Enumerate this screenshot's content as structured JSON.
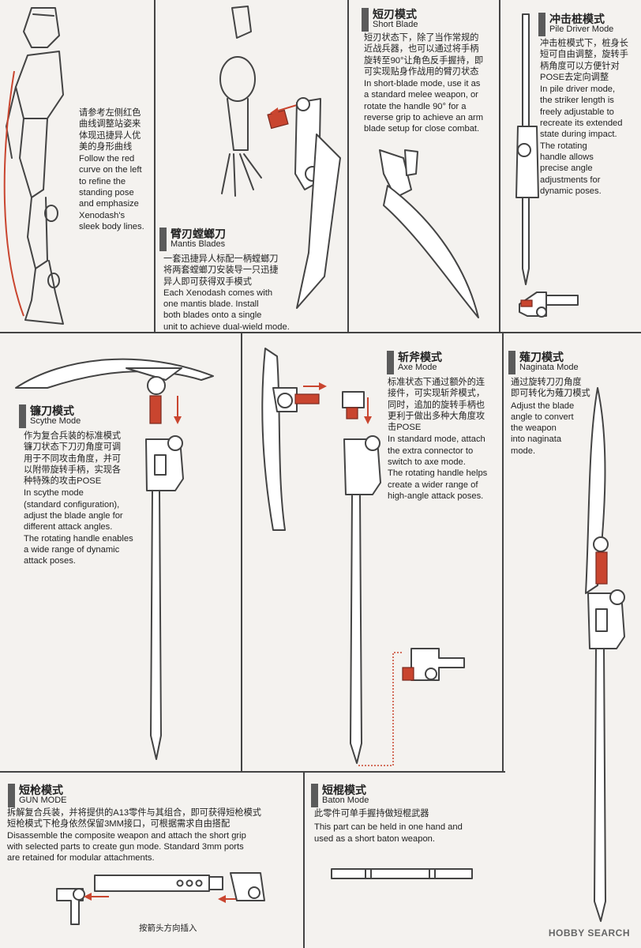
{
  "sections": {
    "pose": {
      "zh": "请参考左侧红色\n曲线调整站姿来\n体现迅捷异人优\n美的身形曲线",
      "en": "Follow the red\ncurve on the left\nto refine the\nstanding pose\nand emphasize\nXenodash's\nsleek body lines."
    },
    "mantis": {
      "title_zh": "臂刃螳螂刀",
      "title_en": "Mantis Blades",
      "zh": "一套迅捷异人标配一柄螳螂刀\n将两套螳螂刀安装导一只迅捷\n异人即可获得双手模式",
      "en": "Each Xenodash comes with\none mantis blade. Install\nboth blades onto a single\nunit to achieve dual-wield mode."
    },
    "short_blade": {
      "title_zh": "短刃模式",
      "title_en": "Short Blade",
      "zh": "短刃状态下，除了当作常规的\n近战兵器，也可以通过将手柄\n旋转至90°让角色反手握持，即\n可实现贴身作战用的臂刃状态",
      "en": "In short-blade mode, use it as\na standard melee weapon, or\nrotate the handle 90° for a\nreverse grip to achieve an arm\nblade setup for close combat."
    },
    "pile_driver": {
      "title_zh": "冲击桩模式",
      "title_en": "Pile Driver Mode",
      "zh": "冲击桩模式下，桩身长\n短可自由调整，旋转手\n柄角度可以方便针对\nPOSE去定向调整",
      "en": "In pile driver mode,\nthe striker length is\nfreely adjustable to\nrecreate its extended\nstate during impact.\nThe rotating\nhandle allows\nprecise angle\nadjustments for\ndynamic poses."
    },
    "scythe": {
      "title_zh": "镰刀模式",
      "title_en": "Scythe Mode",
      "zh": "作为复合兵装的标准模式\n镰刀状态下刀刃角度可调\n用于不同攻击角度，并可\n以附带旋转手柄，实现各\n种特殊的攻击POSE",
      "en": "In scythe mode\n(standard configuration),\nadjust the blade angle for\ndifferent attack angles.\nThe rotating handle enables\na wide range of dynamic\nattack poses."
    },
    "axe": {
      "title_zh": "斩斧模式",
      "title_en": "Axe Mode",
      "zh": "标准状态下通过额外的连\n接件，可实现斩斧模式，\n同时，追加的旋转手柄也\n更利于做出多种大角度攻\n击POSE",
      "en": "In standard mode, attach\nthe extra connector to\nswitch to axe mode.\nThe rotating handle helps\ncreate a wider range of\nhigh-angle attack poses."
    },
    "naginata": {
      "title_zh": "薙刀模式",
      "title_en": "Naginata Mode",
      "zh": "通过旋转刀刃角度\n即可转化为薙刀模式",
      "en": "Adjust the blade\nangle to convert\nthe weapon\ninto naginata\nmode."
    },
    "gun": {
      "title_zh": "短枪模式",
      "title_en": "GUN MODE",
      "zh": "拆解复合兵装，并将提供的A13零件与其组合，即可获得短枪模式\n短枪模式下枪身依然保留3MM接口，可根据需求自由搭配",
      "en": "Disassemble the composite weapon and attach the short grip\nwith selected parts to create gun mode. Standard 3mm ports\nare retained for modular attachments.",
      "note": "按箭头方向插入"
    },
    "baton": {
      "title_zh": "短棍模式",
      "title_en": "Baton Mode",
      "zh": "此零件可单手握持做短棍武器",
      "en": "This part can be held in one hand and\nused as a short baton weapon."
    }
  },
  "watermark": "HOBBY SEARCH",
  "colors": {
    "accent_red": "#c9452f",
    "line": "#444444",
    "paper": "#f4f2ef"
  }
}
